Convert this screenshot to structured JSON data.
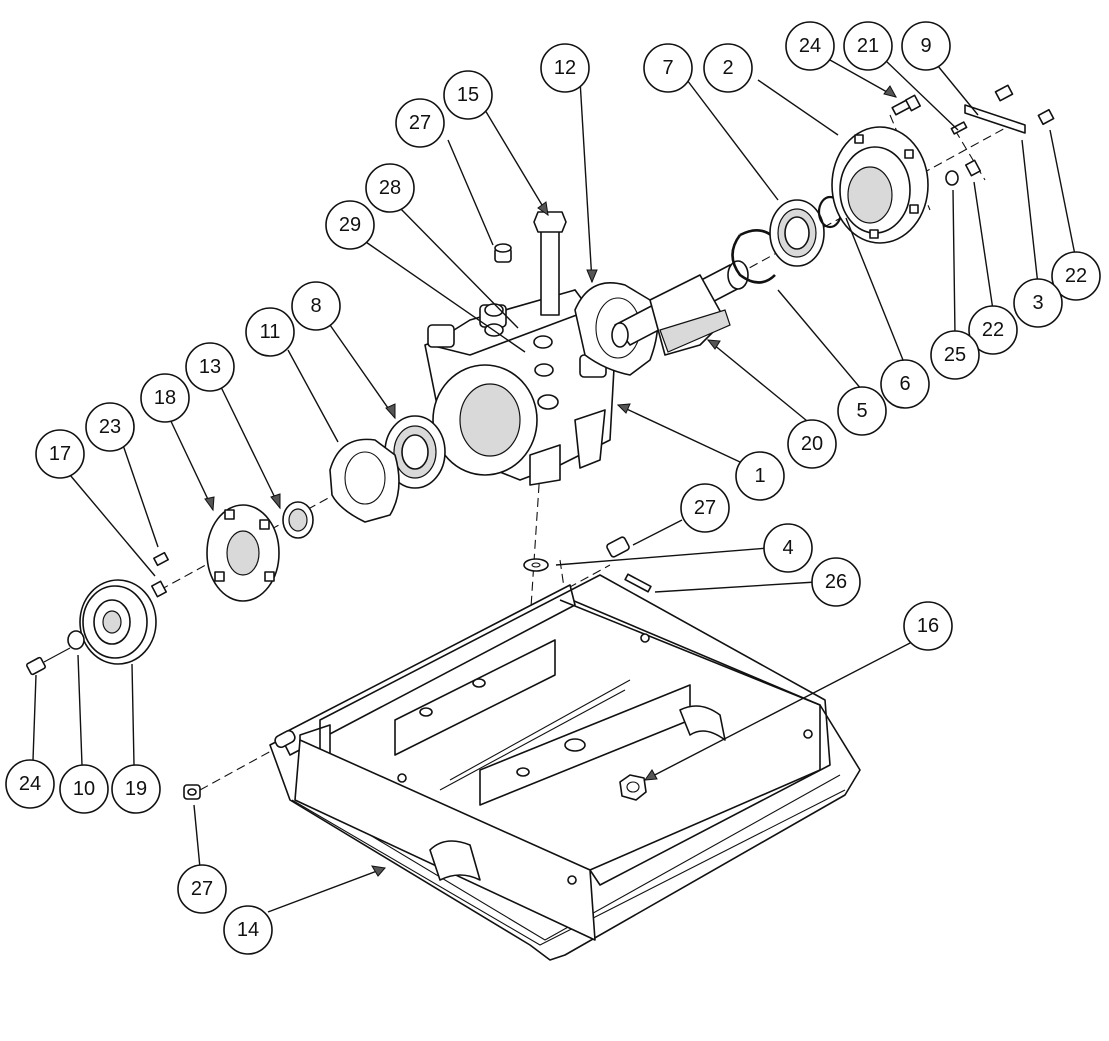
{
  "callouts": [
    {
      "id": "c-24a",
      "label": "24"
    },
    {
      "id": "c-21",
      "label": "21"
    },
    {
      "id": "c-9",
      "label": "9"
    },
    {
      "id": "c-7",
      "label": "7"
    },
    {
      "id": "c-2",
      "label": "2"
    },
    {
      "id": "c-12",
      "label": "12"
    },
    {
      "id": "c-15",
      "label": "15"
    },
    {
      "id": "c-27a",
      "label": "27"
    },
    {
      "id": "c-28",
      "label": "28"
    },
    {
      "id": "c-29",
      "label": "29"
    },
    {
      "id": "c-8",
      "label": "8"
    },
    {
      "id": "c-11",
      "label": "11"
    },
    {
      "id": "c-13",
      "label": "13"
    },
    {
      "id": "c-18",
      "label": "18"
    },
    {
      "id": "c-23",
      "label": "23"
    },
    {
      "id": "c-17",
      "label": "17"
    },
    {
      "id": "c-22a",
      "label": "22"
    },
    {
      "id": "c-3",
      "label": "3"
    },
    {
      "id": "c-22b",
      "label": "22"
    },
    {
      "id": "c-25",
      "label": "25"
    },
    {
      "id": "c-6",
      "label": "6"
    },
    {
      "id": "c-5",
      "label": "5"
    },
    {
      "id": "c-20",
      "label": "20"
    },
    {
      "id": "c-1",
      "label": "1"
    },
    {
      "id": "c-27b",
      "label": "27"
    },
    {
      "id": "c-4",
      "label": "4"
    },
    {
      "id": "c-26",
      "label": "26"
    },
    {
      "id": "c-16",
      "label": "16"
    },
    {
      "id": "c-24b",
      "label": "24"
    },
    {
      "id": "c-10",
      "label": "10"
    },
    {
      "id": "c-19",
      "label": "19"
    },
    {
      "id": "c-27c",
      "label": "27"
    },
    {
      "id": "c-14",
      "label": "14"
    }
  ]
}
